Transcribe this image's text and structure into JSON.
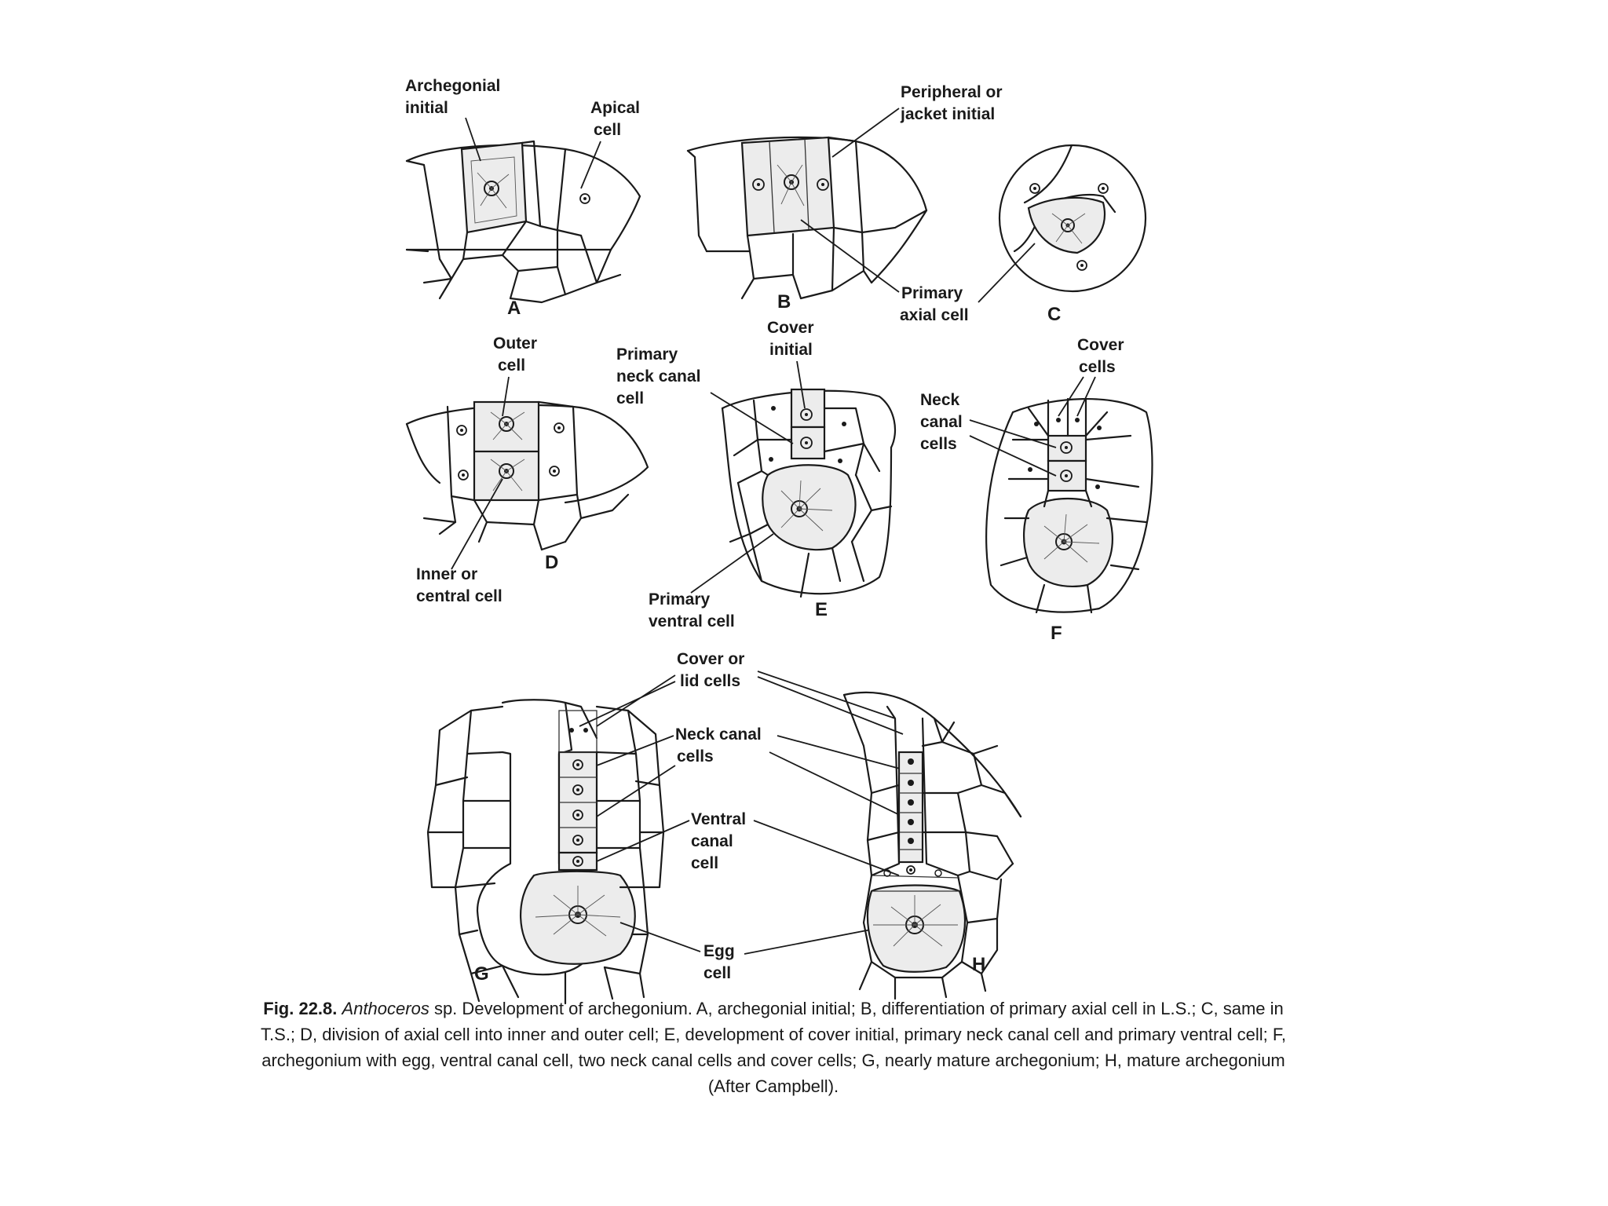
{
  "labels": {
    "archegonial_initial": [
      "Archegonial",
      "initial"
    ],
    "apical_cell": [
      "Apical",
      "cell"
    ],
    "peripheral_initial": [
      "Peripheral or",
      "jacket initial"
    ],
    "primary_axial_cell": [
      "Primary",
      "axial cell"
    ],
    "outer_cell": [
      "Outer",
      "cell"
    ],
    "inner_cell": [
      "Inner or",
      "central cell"
    ],
    "primary_neck_canal_cell": [
      "Primary",
      "neck canal",
      "cell"
    ],
    "cover_initial": [
      "Cover",
      "initial"
    ],
    "primary_ventral_cell": [
      "Primary",
      "ventral cell"
    ],
    "cover_cells": [
      "Cover",
      "cells"
    ],
    "neck_canal_cells_f": [
      "Neck",
      "canal",
      "cells"
    ],
    "cover_lid_cells": [
      "Cover or",
      "lid cells"
    ],
    "neck_canal_cells_g": [
      "Neck canal",
      "cells"
    ],
    "ventral_canal_cell": [
      "Ventral",
      "canal",
      "cell"
    ],
    "egg_cell": [
      "Egg",
      "cell"
    ]
  },
  "panels": [
    "A",
    "B",
    "C",
    "D",
    "E",
    "F",
    "G",
    "H"
  ],
  "caption": {
    "fig_number": "Fig. 22.8.",
    "genus": "Anthoceros",
    "text": " sp. Development of archegonium. A, archegonial initial; B, differentiation of primary axial cell in L.S.; C, same in T.S.; D, division of axial cell into inner and outer cell; E, development of cover initial, primary neck canal cell and primary ventral cell; F, archegonium with egg, ventral canal cell, two neck canal cells and cover cells; G, nearly mature archegonium; H, mature archegonium (After Campbell)."
  }
}
